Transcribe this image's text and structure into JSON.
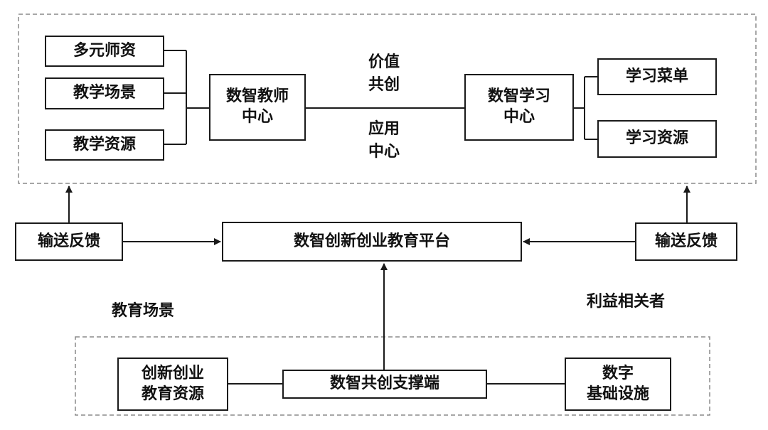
{
  "teacher_center": {
    "title": "数智教师\n中心",
    "items": [
      "多元师资",
      "教学场景",
      "教学资源"
    ]
  },
  "learning_center": {
    "title": "数智学习\n中心",
    "items": [
      "学习菜单",
      "学习资源"
    ]
  },
  "middle_labels": {
    "top": "价值\n共创",
    "bottom": "应用\n中心"
  },
  "feedback": {
    "left": "输送反馈",
    "right": "输送反馈"
  },
  "platform": "数智创新创业教育平台",
  "scene_labels": {
    "education_scene": "教育场景",
    "stakeholders": "利益相关者"
  },
  "support": {
    "hub": "数智共创支撑端",
    "left": "创新创业\n教育资源",
    "right": "数字\n基础设施"
  },
  "colors": {
    "stroke": "#1a1a1a",
    "dashed_border": "#8a8a8a"
  }
}
